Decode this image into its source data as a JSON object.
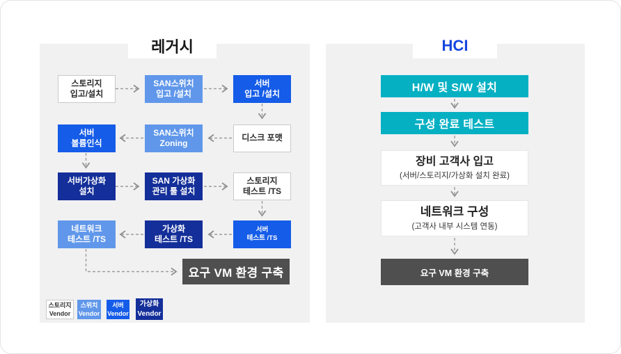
{
  "left_panel": {
    "title": "레거시",
    "nodes": [
      {
        "id": "storage-receive-install",
        "vendor": "storage",
        "lines": [
          "스토리지",
          "입고/설치"
        ]
      },
      {
        "id": "san-switch-receive-install",
        "vendor": "switch",
        "lines": [
          "SAN스위치",
          "입고 /설치"
        ]
      },
      {
        "id": "server-receive-install",
        "vendor": "server",
        "lines": [
          "서버",
          "입고 /설치"
        ]
      },
      {
        "id": "server-volume-recognition",
        "vendor": "server",
        "lines": [
          "서버",
          "볼륨인식"
        ]
      },
      {
        "id": "san-switch-zoning",
        "vendor": "switch",
        "lines": [
          "SAN스위치",
          "Zoning"
        ]
      },
      {
        "id": "disk-format",
        "vendor": "storage",
        "lines": [
          "디스크 포맷"
        ]
      },
      {
        "id": "server-virtualization-install",
        "vendor": "virtualization",
        "lines": [
          "서버가상화",
          "설치"
        ]
      },
      {
        "id": "san-virtualization-tool-install",
        "vendor": "virtualization",
        "lines": [
          "SAN 가상화",
          "관리 툴 설치"
        ]
      },
      {
        "id": "storage-test-ts",
        "vendor": "storage",
        "lines": [
          "스토리지",
          "테스트 /TS"
        ]
      },
      {
        "id": "network-test-ts",
        "vendor": "switch",
        "lines": [
          "네트워크",
          "테스트 /TS"
        ]
      },
      {
        "id": "virtualization-test-ts",
        "vendor": "virtualization",
        "lines": [
          "가상화",
          "테스트 /TS"
        ]
      },
      {
        "id": "server-test-ts",
        "vendor": "server",
        "lines": [
          "서버",
          "테스트 /TS"
        ]
      }
    ],
    "final_label": "요구 VM 환경 구축",
    "legend": [
      {
        "lines": [
          "스토리지",
          "Vendor"
        ],
        "vendor": "storage"
      },
      {
        "lines": [
          "스위치",
          "Vendor"
        ],
        "vendor": "switch"
      },
      {
        "lines": [
          "서버",
          "Vendor"
        ],
        "vendor": "server"
      },
      {
        "lines": [
          "가상화",
          "Vendor"
        ],
        "vendor": "virtualization"
      }
    ]
  },
  "right_panel": {
    "title": "HCI",
    "steps": [
      {
        "label": "H/W 및 S/W 설치"
      },
      {
        "label": "구성 완료 테스트"
      },
      {
        "label": "장비 고객사 입고",
        "sub": "(서버/스토리지/가상화 설치 완료)"
      },
      {
        "label": "네트워크 구성",
        "sub": "(고객사 내부 시스템 연동)"
      },
      {
        "label": "요구 VM 환경 구축"
      }
    ]
  },
  "colors": {
    "storage_vendor": "#ffffff",
    "switch_vendor": "#6097ea",
    "server_vendor": "#155ce8",
    "virtualization_vendor": "#142f99",
    "hci_teal": "#06b0c3",
    "final_dark": "#4f4f4f",
    "hci_title_blue": "#1546df",
    "panel_gray": "#f1f1f2",
    "arrow_gray": "#9c9c9c"
  }
}
